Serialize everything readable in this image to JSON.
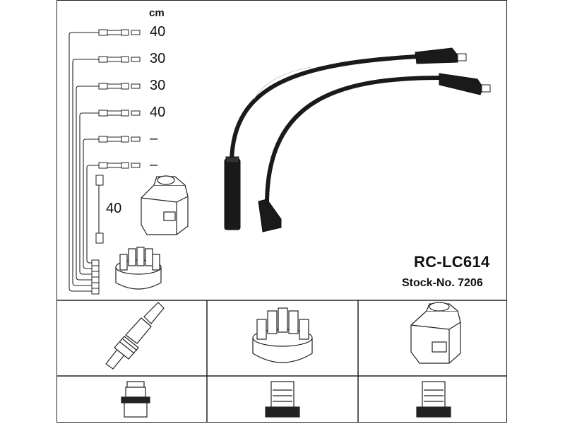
{
  "diagram": {
    "unit_label": "cm",
    "wire_lengths": [
      "40",
      "30",
      "30",
      "40",
      "–",
      "–"
    ],
    "coil_lead_length": "40",
    "product_code": "RC-LC614",
    "stock_number": "Stock-No. 7206"
  },
  "parts": {
    "top_row": [
      "spark-plug",
      "distributor-cap",
      "ignition-coil"
    ],
    "bottom_row": [
      "plug-terminal",
      "cap-terminal",
      "coil-terminal"
    ]
  },
  "colors": {
    "line": "#222222",
    "cable": "#1a1a1a",
    "background": "#ffffff"
  }
}
